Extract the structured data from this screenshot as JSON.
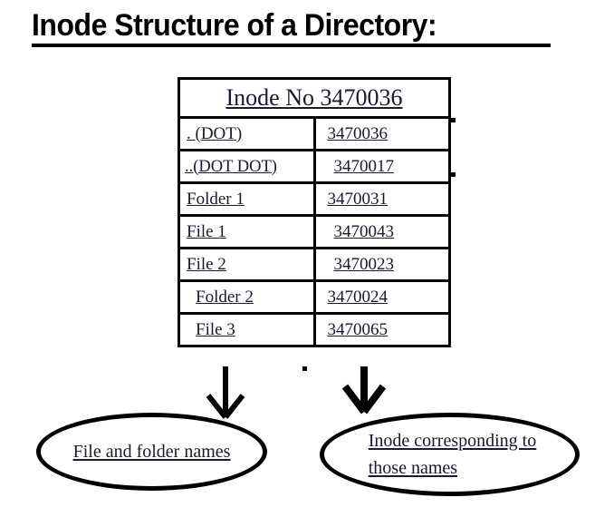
{
  "page": {
    "title": "Inode Structure of a Directory:",
    "background": "#ffffff",
    "ink": "#000000",
    "text_color": "#1a1a2e"
  },
  "table": {
    "header": "Inode No 3470036",
    "rows": [
      {
        "name": ". (DOT)",
        "inode": "3470036"
      },
      {
        "name": "..(DOT DOT)",
        "inode": "3470017"
      },
      {
        "name": "Folder 1",
        "inode": "3470031"
      },
      {
        "name": "File 1",
        "inode": "3470043"
      },
      {
        "name": "File 2",
        "inode": "3470023"
      },
      {
        "name": "Folder 2",
        "inode": "3470024"
      },
      {
        "name": "File 3",
        "inode": "3470065"
      }
    ]
  },
  "callouts": {
    "left": {
      "line1": "File and folder names"
    },
    "right": {
      "line1": "Inode corresponding to",
      "line2": "those names"
    }
  }
}
